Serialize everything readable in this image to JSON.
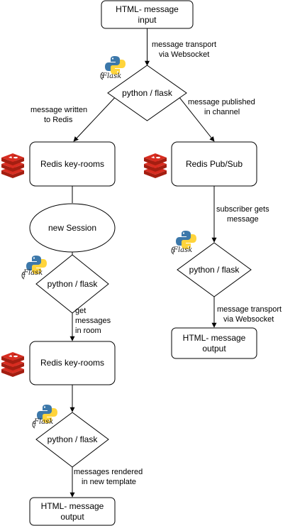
{
  "diagram": {
    "nodes": {
      "html_input": [
        "HTML- message",
        "input"
      ],
      "flask_top": "python / flask",
      "redis_rooms_1": "Redis key-rooms",
      "redis_pubsub": "Redis Pub/Sub",
      "new_session": "new Session",
      "flask_left_1": "python / flask",
      "flask_right": "python / flask",
      "html_output_right": [
        "HTML- message",
        "output"
      ],
      "redis_rooms_2": "Redis key-rooms",
      "flask_left_2": "python / flask",
      "html_output_bottom": [
        "HTML- message",
        "output"
      ]
    },
    "edges": {
      "transport_top": [
        "message transport",
        "via Websocket"
      ],
      "written_redis": [
        "message written",
        "to Redis"
      ],
      "published": [
        "message published",
        "in channel"
      ],
      "subscriber": [
        "subscriber gets",
        "message"
      ],
      "transport_right": [
        "message transport",
        "via Websocket"
      ],
      "get_messages": [
        "get",
        "messages",
        "in room"
      ],
      "rendered": [
        "messages rendered",
        "in new template"
      ]
    },
    "logo_label": "Flask",
    "colors": {
      "stroke": "#000000",
      "redis_red": "#c6302b",
      "redis_dark": "#a41e11",
      "python_blue": "#3c78aa",
      "python_yellow": "#ffd43b"
    }
  }
}
